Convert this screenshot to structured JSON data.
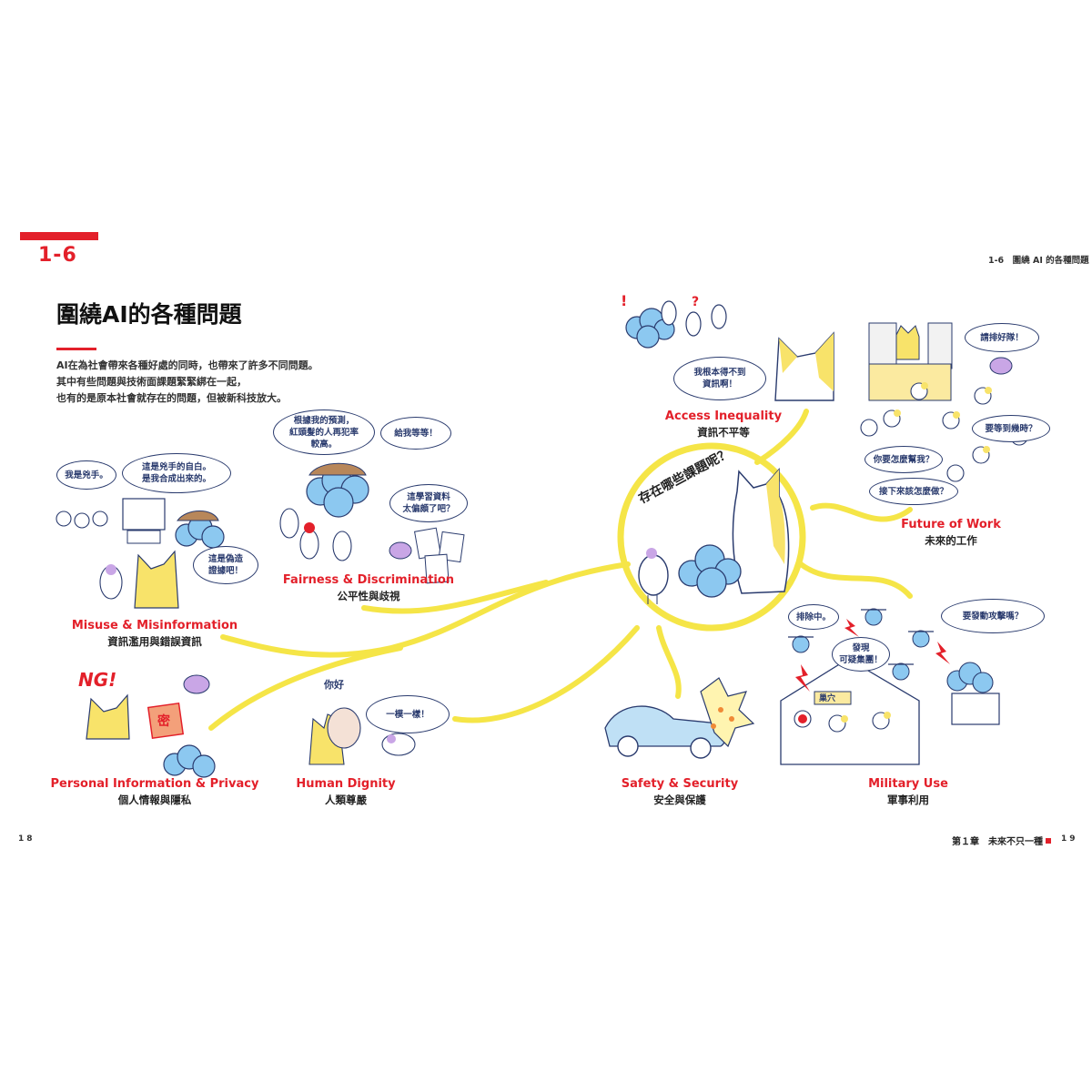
{
  "section": {
    "number": "1-6"
  },
  "title": "圍繞AI的各種問題",
  "intro": [
    "AI在為社會帶來各種好處的同時，也帶來了許多不同問題。",
    "其中有些問題與技術面課題緊緊綁在一起，",
    "也有的是原本社會就存在的問題，但被新科技放大。"
  ],
  "running_header": "1-6　圍繞 AI 的各種問題",
  "center_question": "存在哪些課題呢？",
  "topics": {
    "access": {
      "en": "Access Inequality",
      "zh": "資訊不平等"
    },
    "work": {
      "en": "Future of Work",
      "zh": "未來的工作"
    },
    "fairness": {
      "en": "Fairness & Discrimination",
      "zh": "公平性與歧視"
    },
    "misuse": {
      "en": "Misuse & Misinformation",
      "zh": "資訊濫用與錯誤資訊"
    },
    "privacy": {
      "en": "Personal Information & Privacy",
      "zh": "個人情報與隱私"
    },
    "dignity": {
      "en": "Human Dignity",
      "zh": "人類尊嚴"
    },
    "safety": {
      "en": "Safety & Security",
      "zh": "安全與保護"
    },
    "military": {
      "en": "Military Use",
      "zh": "軍事利用"
    }
  },
  "bubbles": {
    "access_1": "我根本得不到\n資訊啊！",
    "work_1": "請排好隊！",
    "work_2": "要等到幾時？",
    "work_3": "你要怎麼幫我？",
    "work_4": "接下來該怎麼做？",
    "fair_1": "根據我的預測，\n紅頭髮的人再犯率\n較高。",
    "fair_2": "給我等等！",
    "fair_3": "這學習資料\n太偏頗了吧？",
    "misuse_1": "我是兇手。",
    "misuse_2": "這是兇手的自白。\n是我合成出來的。",
    "misuse_3": "這是偽造\n證據吧！",
    "dignity_1": "一模一樣！",
    "dignity_2": "你好",
    "mil_1": "排除中。",
    "mil_2": "發現\n可疑集團！",
    "mil_3": "要發動攻擊嗎？",
    "mil_4": "巢穴"
  },
  "illustration_text": {
    "ng": "NG!",
    "seal": "密"
  },
  "footer": {
    "page_left": "18",
    "page_right": "19",
    "chapter": "第１章　未來不只一種"
  },
  "colors": {
    "accent": "#e3202a",
    "branch": "#f5e547",
    "ink": "#2a3b6e",
    "cloud": "#8cc8f0"
  }
}
